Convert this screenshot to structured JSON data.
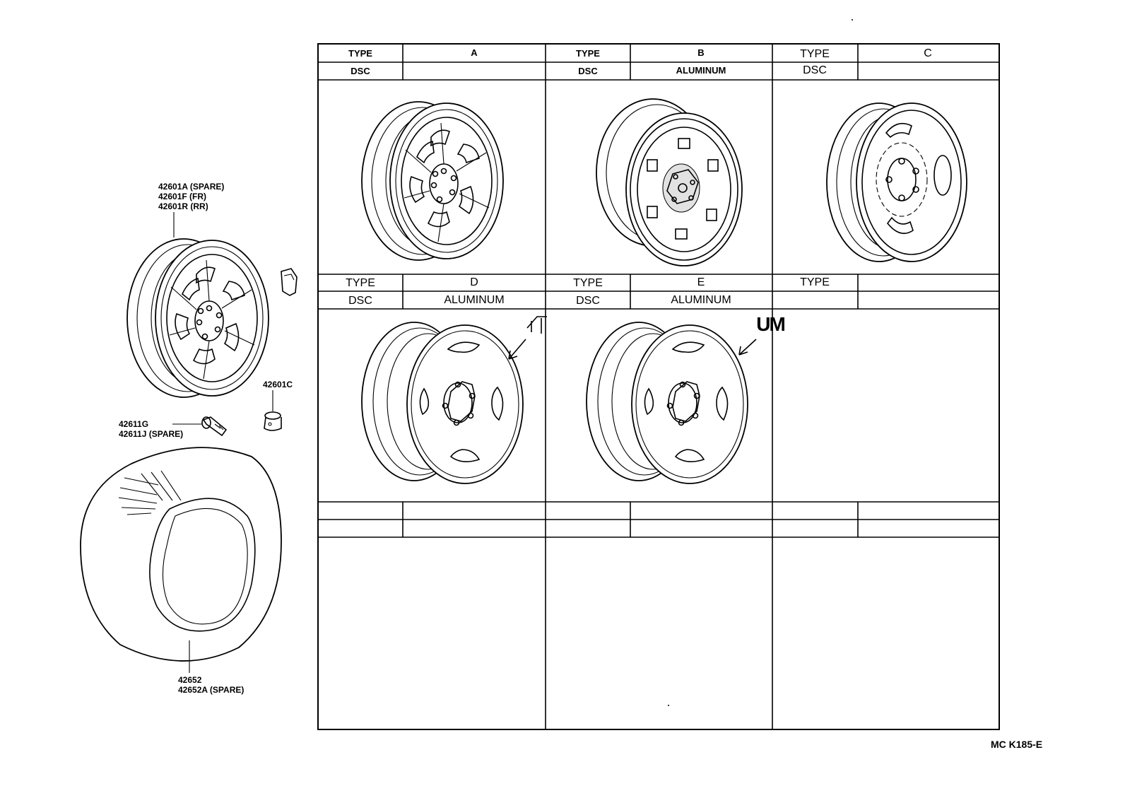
{
  "parts": {
    "wheel_1": "42601A (SPARE)",
    "wheel_2": "42601F (FR)",
    "wheel_3": "42601R (RR)",
    "ornament": "42601C",
    "valve_1": "42611G",
    "valve_2": "42611J (SPARE)",
    "tire_1": "42652",
    "tire_2": "42652A (SPARE)"
  },
  "table": {
    "type_label": "TYPE",
    "dsc_label": "DSC",
    "cells": [
      {
        "type": "A",
        "dsc": ""
      },
      {
        "type": "B",
        "dsc": "ALUMINUM"
      },
      {
        "type": "C",
        "dsc": ""
      },
      {
        "type": "D",
        "dsc": "ALUMINUM"
      },
      {
        "type": "E",
        "dsc": "ALUMINUM"
      },
      {
        "type": "",
        "dsc": ""
      }
    ]
  },
  "marks": {
    "d_mark": "Л",
    "e_mark": "UM"
  },
  "footer": {
    "code": "MC  K185-E"
  }
}
